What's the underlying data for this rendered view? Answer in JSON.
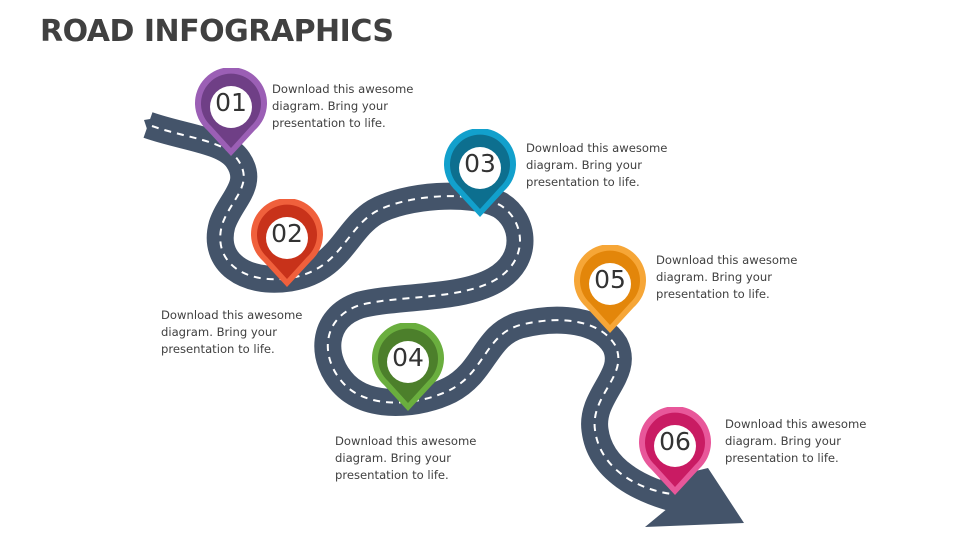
{
  "title": "ROAD INFOGRAPHICS",
  "road": {
    "color": "#44546a",
    "dash_color": "#ffffff"
  },
  "steps": [
    {
      "number": "01",
      "text": "Download this awesome diagram. Bring your presentation to life.",
      "outer_color": "#9b5fb5",
      "inner_color": "#6f3f86"
    },
    {
      "number": "02",
      "text": "Download this awesome diagram. Bring your presentation to life.",
      "outer_color": "#f0603c",
      "inner_color": "#c8321a"
    },
    {
      "number": "03",
      "text": "Download this awesome diagram. Bring your presentation to life.",
      "outer_color": "#12a0cc",
      "inner_color": "#0d6f8f"
    },
    {
      "number": "04",
      "text": "Download this awesome diagram. Bring your presentation to life.",
      "outer_color": "#6aae3e",
      "inner_color": "#4c7f2b"
    },
    {
      "number": "05",
      "text": "Download this awesome diagram. Bring your presentation to life.",
      "outer_color": "#f6a637",
      "inner_color": "#e3860a"
    },
    {
      "number": "06",
      "text": "Download this awesome diagram. Bring your presentation to life.",
      "outer_color": "#e8579a",
      "inner_color": "#c91b63"
    }
  ]
}
